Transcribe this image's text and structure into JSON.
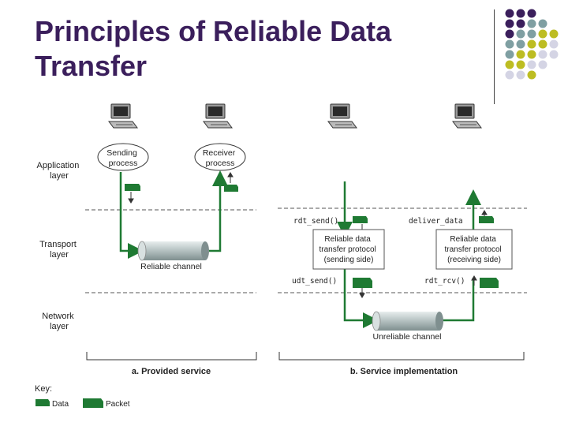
{
  "slide": {
    "title_line1": "Principles of Reliable Data",
    "title_line2": "Transfer"
  },
  "layers": {
    "application": [
      "Application",
      "layer"
    ],
    "transport": [
      "Transport",
      "layer"
    ],
    "network": [
      "Network",
      "layer"
    ]
  },
  "left": {
    "sending_process": [
      "Sending",
      "process"
    ],
    "receiver_process": [
      "Receiver",
      "process"
    ],
    "reliable_channel": "Reliable channel",
    "caption": "a. Provided service"
  },
  "right": {
    "rdt_send": "rdt_send()",
    "deliver_data": "deliver_data",
    "udt_send": "udt_send()",
    "rdt_rcv": "rdt_rcv()",
    "sending_box": [
      "Reliable data",
      "transfer protocol",
      "(sending side)"
    ],
    "receiving_box": [
      "Reliable data",
      "transfer protocol",
      "(receiving side)"
    ],
    "unreliable_channel": "Unreliable channel",
    "caption": "b. Service implementation"
  },
  "key": {
    "title": "Key:",
    "data": "Data",
    "packet": "Packet"
  },
  "colors": {
    "green": "#1f7a33",
    "purple": "#3b1f5c",
    "teal": "#7f9fa2",
    "olive": "#bdbd22",
    "lavender": "#d4d4e4"
  }
}
